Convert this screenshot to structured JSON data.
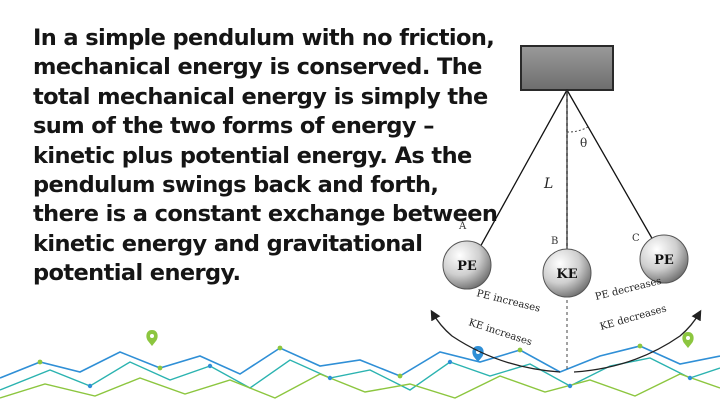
{
  "slide": {
    "paragraph_lines": [
      "In a simple pendulum with no friction,",
      "mechanical energy is conserved. The",
      "total mechanical energy is simply the",
      "sum of the two forms of energy –",
      "kinetic plus potential energy.  As the",
      "pendulum swings back and forth,",
      "there is a constant exchange between",
      "kinetic energy and gravitational",
      "potential energy."
    ]
  },
  "diagram": {
    "label_theta": "θ",
    "label_length": "L",
    "label_a": "A",
    "label_b": "B",
    "label_c": "C",
    "bob_left_label": "PE",
    "bob_center_label": "KE",
    "bob_right_label": "PE",
    "arc_upper_left": "PE increases",
    "arc_upper_right": "PE decreases",
    "arc_lower_left": "KE increases",
    "arc_lower_right": "KE decreases"
  },
  "colors": {
    "text": "#151515",
    "support_block": "#8a8a8a",
    "wave_blue": "#2f8fd6",
    "wave_teal": "#2bb3b0",
    "wave_green": "#8cc63f",
    "marker_green": "#8cc63f",
    "marker_blue": "#2f8fd6"
  },
  "icons": {
    "markers": [
      "map-pin-icon",
      "map-pin-icon",
      "map-pin-icon"
    ]
  }
}
